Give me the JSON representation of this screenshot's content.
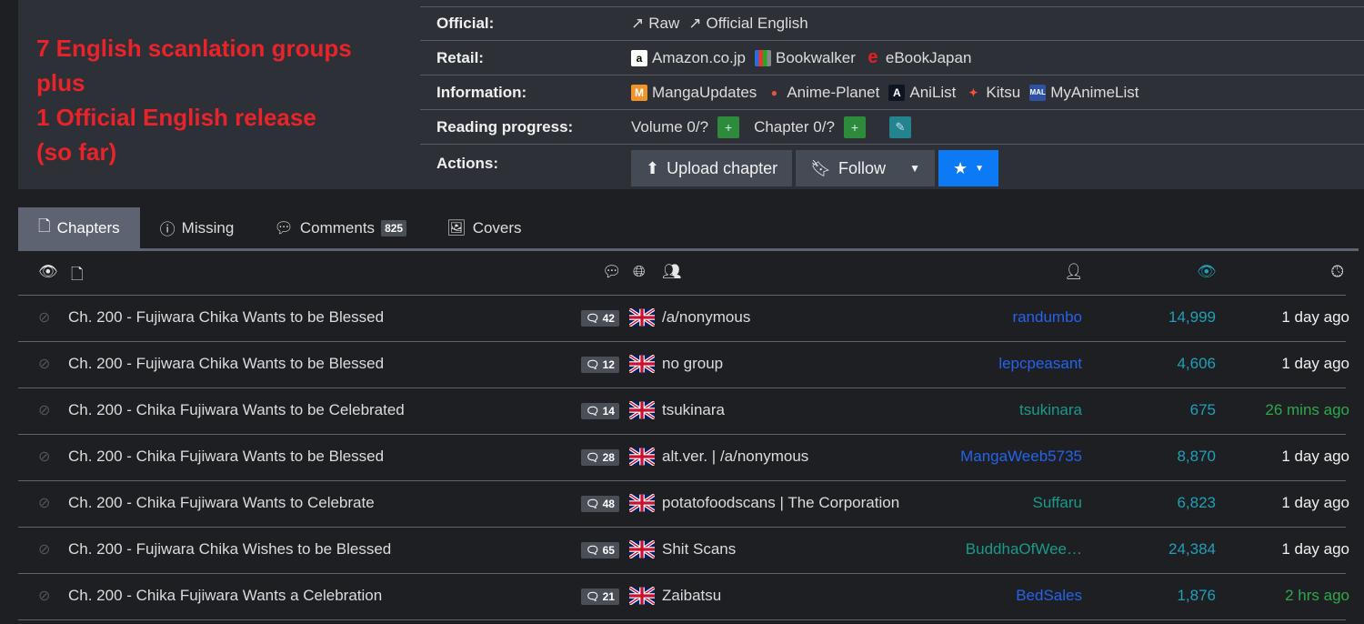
{
  "annotation": "7 English scanlation groups\nplus\n1 Official English release\n(so far)",
  "info": {
    "official": {
      "label": "Official:",
      "links": [
        "Raw",
        "Official English"
      ]
    },
    "retail": {
      "label": "Retail:",
      "links": [
        "Amazon.co.jp",
        "Bookwalker",
        "eBookJapan"
      ]
    },
    "information": {
      "label": "Information:",
      "links": [
        "MangaUpdates",
        "Anime-Planet",
        "AniList",
        "Kitsu",
        "MyAnimeList"
      ]
    },
    "progress": {
      "label": "Reading progress:",
      "volume": "Volume 0/?",
      "chapter": "Chapter 0/?"
    },
    "actions": {
      "label": "Actions:",
      "upload": "Upload chapter",
      "follow": "Follow"
    }
  },
  "tabs": [
    {
      "label": "Chapters"
    },
    {
      "label": "Missing"
    },
    {
      "label": "Comments",
      "badge": "825"
    },
    {
      "label": "Covers"
    }
  ],
  "colors": {
    "blue_user": "#2563eb",
    "teal_user": "#1a9a8a",
    "views": "#1ea0b8",
    "recent": "#2ea84a"
  },
  "chapters": [
    {
      "title": "Ch. 200 - Fujiwara Chika Wants to be Blessed",
      "comments": "42",
      "group": "/a/nonymous",
      "user": "randumbo",
      "user_color": "blue",
      "views": "14,999",
      "time": "1 day ago",
      "recent": false
    },
    {
      "title": "Ch. 200 - Fujiwara Chika Wants to be Blessed",
      "comments": "12",
      "group": "no group",
      "user": "lepcpeasant",
      "user_color": "blue",
      "views": "4,606",
      "time": "1 day ago",
      "recent": false
    },
    {
      "title": "Ch. 200 - Chika Fujiwara Wants to be Celebrated",
      "comments": "14",
      "group": "tsukinara",
      "user": "tsukinara",
      "user_color": "teal",
      "views": "675",
      "time": "26 mins ago",
      "recent": true
    },
    {
      "title": "Ch. 200 - Chika Fujiwara Wants to be Blessed",
      "comments": "28",
      "group": "alt.ver. | /a/nonymous",
      "user": "MangaWeeb5735",
      "user_color": "blue",
      "views": "8,870",
      "time": "1 day ago",
      "recent": false
    },
    {
      "title": "Ch. 200 - Chika Fujiwara Wants to Celebrate",
      "comments": "48",
      "group": "potatofoodscans | The Corporation",
      "user": "Suffaru",
      "user_color": "teal",
      "views": "6,823",
      "time": "1 day ago",
      "recent": false
    },
    {
      "title": "Ch. 200 - Fujiwara Chika Wishes to be Blessed",
      "comments": "65",
      "group": "Shit Scans",
      "user": "BuddhaOfWee…",
      "user_color": "teal",
      "views": "24,384",
      "time": "1 day ago",
      "recent": false
    },
    {
      "title": "Ch. 200 - Chika Fujiwara Wants a Celebration",
      "comments": "21",
      "group": "Zaibatsu",
      "user": "BedSales",
      "user_color": "blue",
      "views": "1,876",
      "time": "2 hrs ago",
      "recent": true
    }
  ]
}
